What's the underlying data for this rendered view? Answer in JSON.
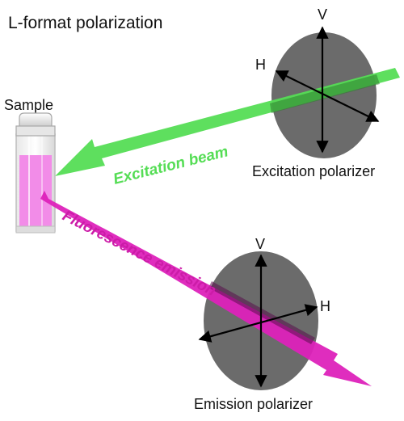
{
  "diagram": {
    "title": "L-format polarization",
    "sample": {
      "label": "Sample"
    },
    "excitation": {
      "polarizer_label": "Excitation polarizer",
      "beam_label": "Excitation beam",
      "axis_v": "V",
      "axis_h": "H",
      "beam_color": "#55dd55"
    },
    "emission": {
      "polarizer_label": "Emission polarizer",
      "beam_label": "Fluorescence emission",
      "axis_v": "V",
      "axis_h": "H",
      "beam_color": "#dd22bb"
    },
    "colors": {
      "polarizer_disc": "#6b6b6b",
      "cuvette_liquid": "#f28ce8",
      "text": "#111111"
    }
  }
}
